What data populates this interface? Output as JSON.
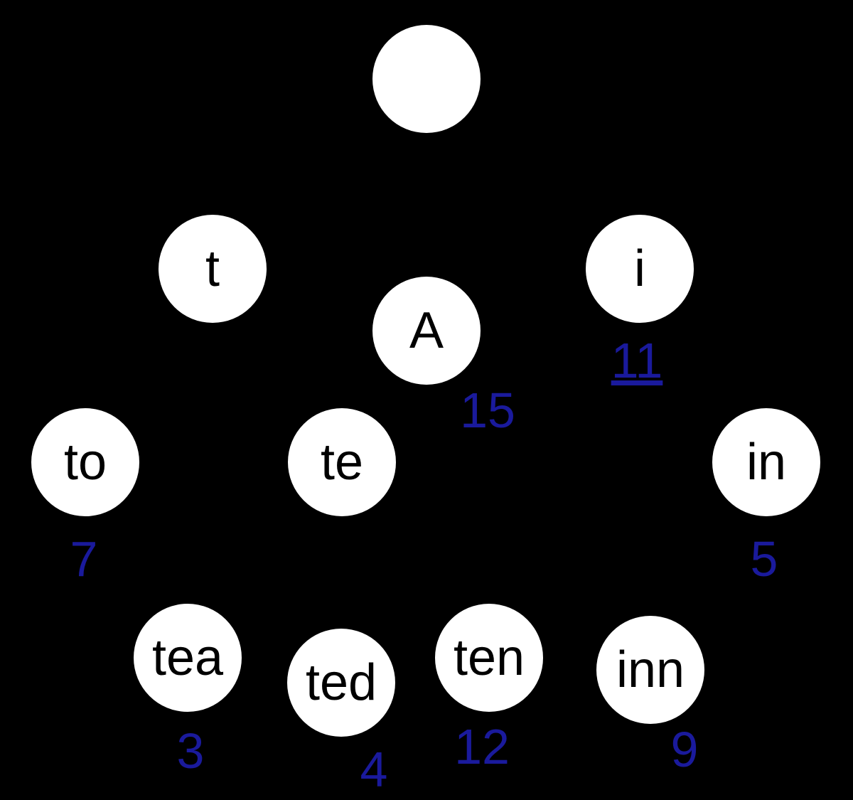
{
  "diagram": {
    "type": "trie",
    "background_color": "#000000",
    "node_fill_color": "#ffffff",
    "node_label_color": "#000000",
    "value_color": "#1a1a9c"
  },
  "nodes": [
    {
      "id": "root",
      "label": "",
      "value": ""
    },
    {
      "id": "t",
      "label": "t",
      "value": ""
    },
    {
      "id": "A",
      "label": "A",
      "value": "15"
    },
    {
      "id": "i",
      "label": "i",
      "value": "11"
    },
    {
      "id": "to",
      "label": "to",
      "value": "7"
    },
    {
      "id": "te",
      "label": "te",
      "value": ""
    },
    {
      "id": "in",
      "label": "in",
      "value": "5"
    },
    {
      "id": "tea",
      "label": "tea",
      "value": "3"
    },
    {
      "id": "ted",
      "label": "ted",
      "value": "4"
    },
    {
      "id": "ten",
      "label": "ten",
      "value": "12"
    },
    {
      "id": "inn",
      "label": "inn",
      "value": "9"
    }
  ]
}
